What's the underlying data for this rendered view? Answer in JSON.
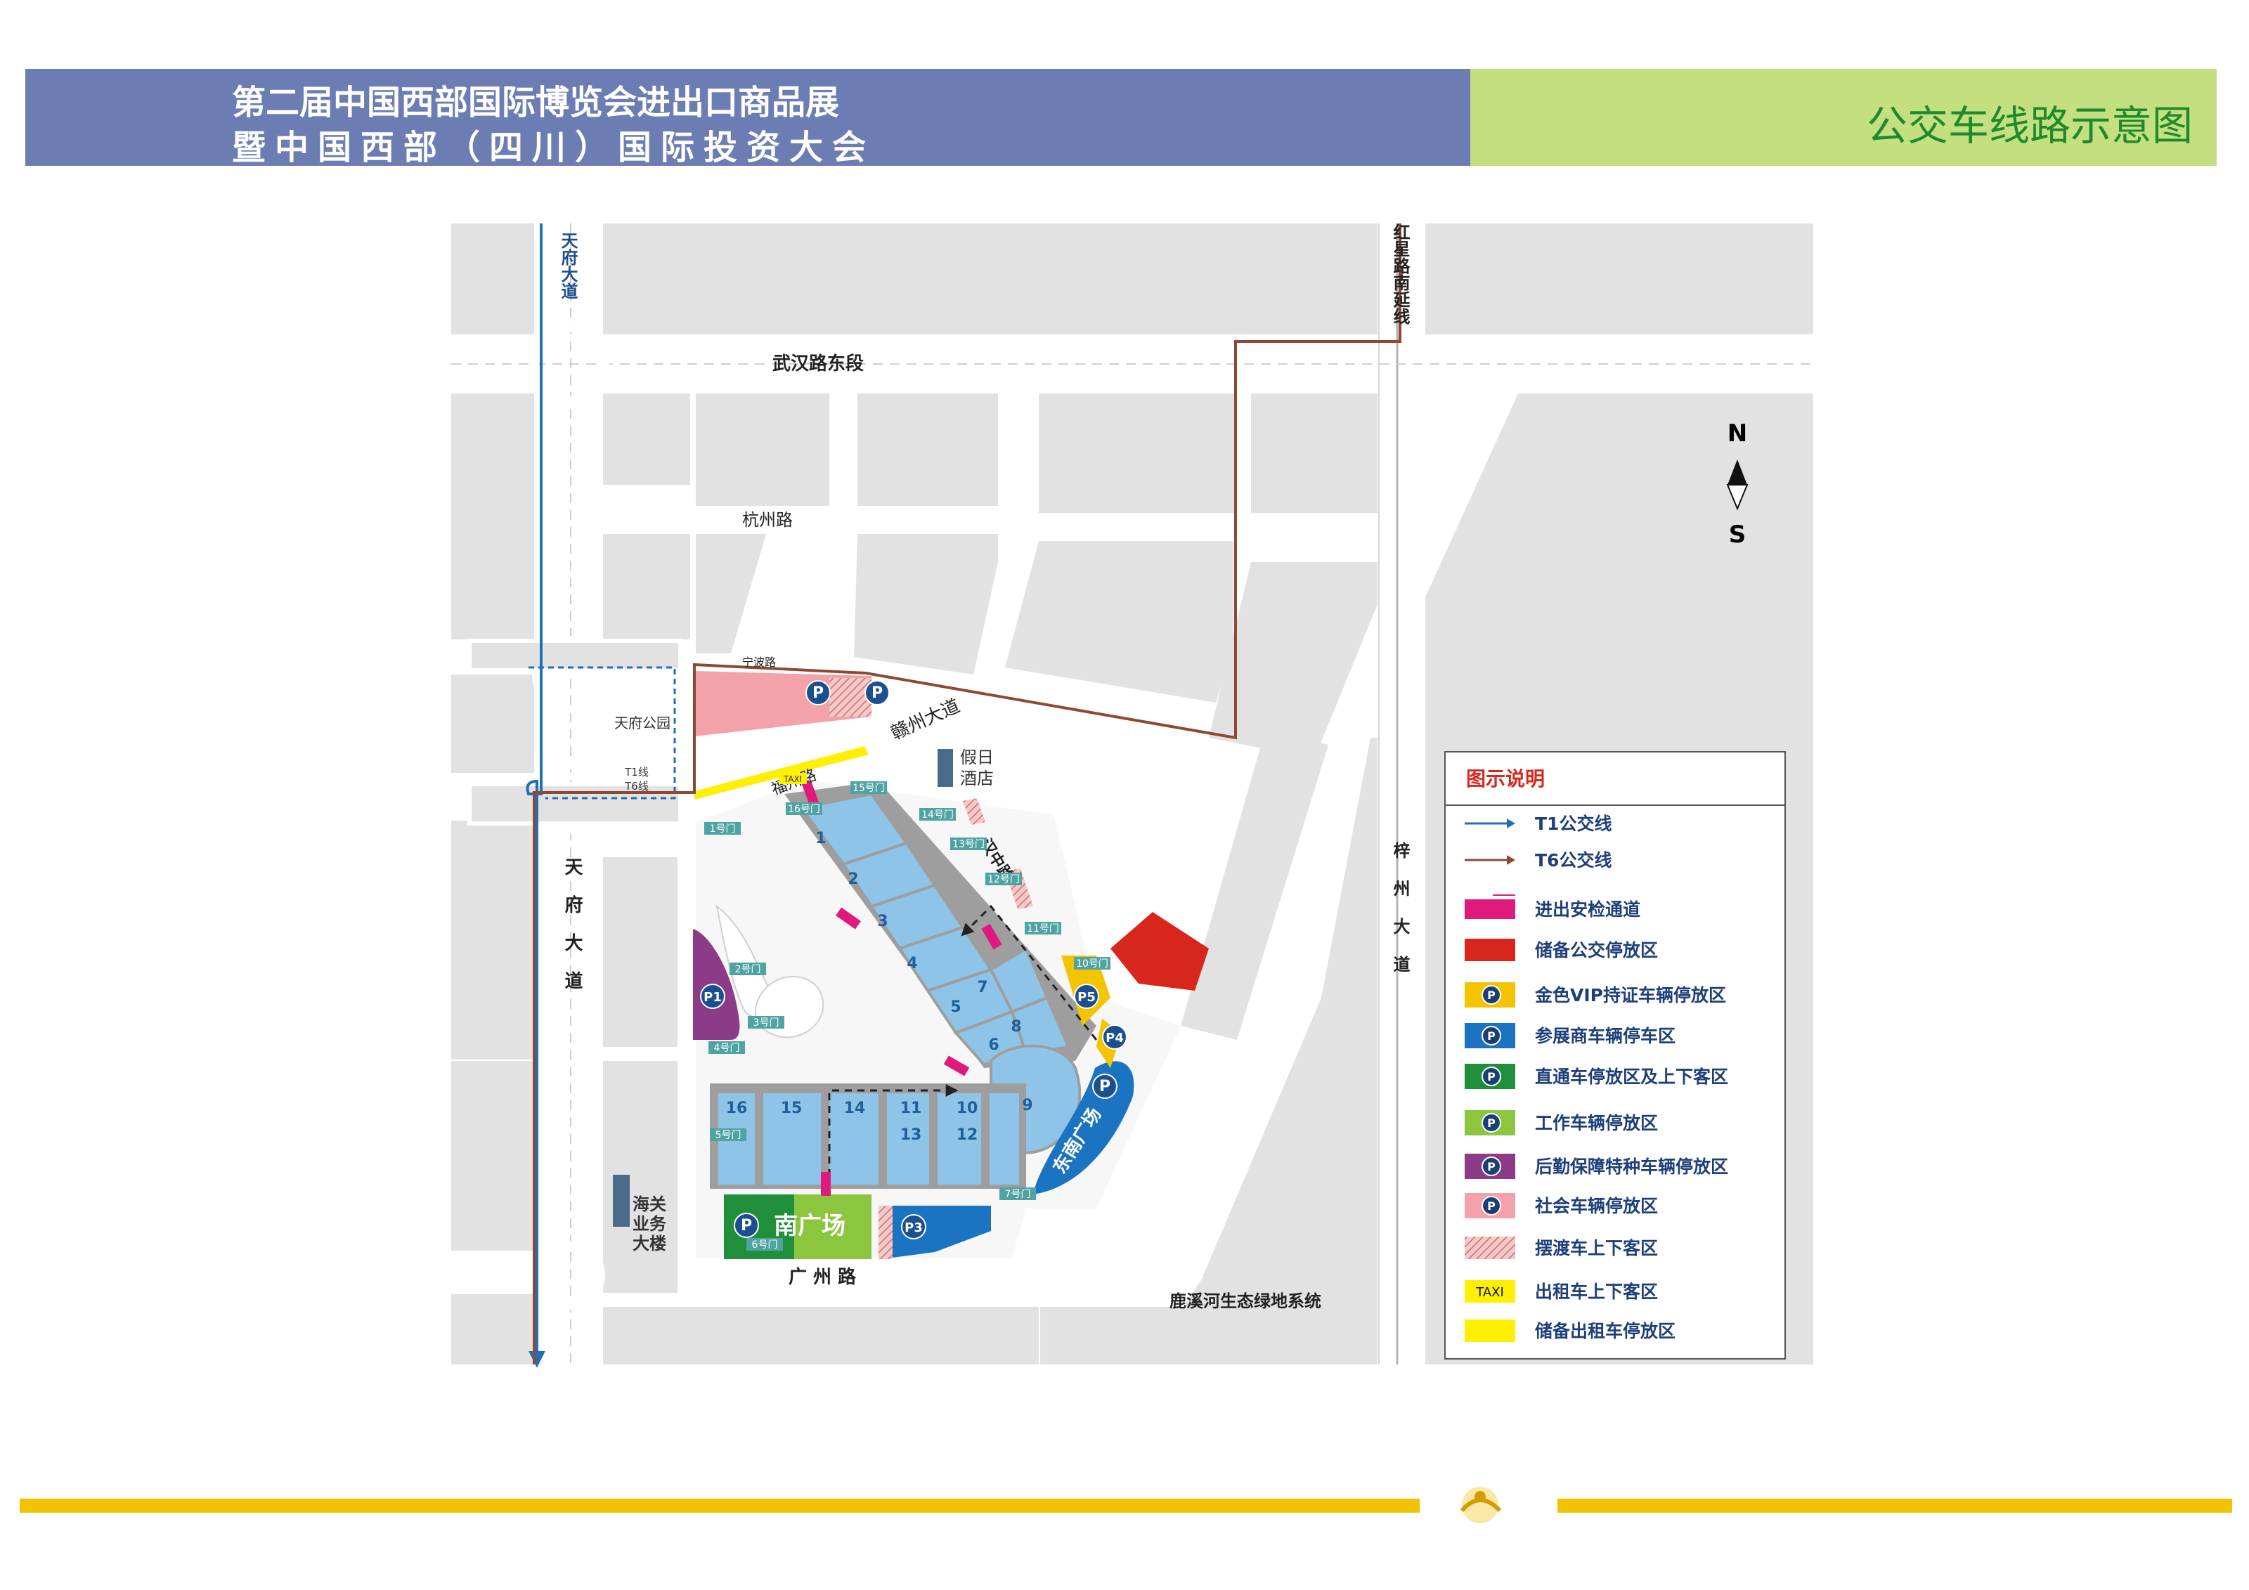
{
  "header": {
    "title_line1": "第二届中国西部国际博览会进出口商品展",
    "title_line2": "暨中国西部（四川）国际投资大会",
    "subtitle": "公交车线路示意图"
  },
  "colors": {
    "header_blue": "#6b7db3",
    "header_green": "#c4df7f",
    "road": "#ffffff",
    "block": "#e2e2e2",
    "t1_route": "#1f6fb7",
    "t6_route": "#8c4a35",
    "security": "#e0197c",
    "bus_reserve": "#d9261c",
    "vip_parking": "#f5c400",
    "exhibitor_parking": "#1b74c2",
    "direct_parking": "#1f8f3b",
    "staff_parking": "#8cc63f",
    "logistics_parking": "#8b3b87",
    "public_parking": "#f2a2a8",
    "taxi_reserve": "#ffef00",
    "hall": "#8ec4e8"
  },
  "roads": {
    "wuhan": "武汉路东段",
    "hangzhou": "杭州路",
    "ningbo": "宁波路",
    "fuzhou": "福州路",
    "ganzhou": "赣州大道",
    "hanzhong": "汉中路",
    "guangzhou": "广 州 路",
    "tianfu_top": "天府大道",
    "tianfu_side": "天府大道",
    "hongxing": "红星路南延线",
    "zizhou": "梓州大道"
  },
  "places": {
    "tianfu_park": "天府公园",
    "bus_stop_t1": "T1线",
    "bus_stop_t6": "T6线",
    "holiday_inn_1": "假日",
    "holiday_inn_2": "酒店",
    "customs_1": "海关",
    "customs_2": "业务",
    "customs_3": "大楼",
    "south_plaza": "南广场",
    "southeast_plaza": "东南广场",
    "green_area": "鹿溪河生态绿地系统",
    "taxi_small": "TAXI"
  },
  "compass": {
    "north": "N",
    "south": "S"
  },
  "halls": [
    "1",
    "2",
    "3",
    "4",
    "5",
    "6",
    "7",
    "8",
    "9",
    "10",
    "11",
    "12",
    "13",
    "14",
    "15",
    "16"
  ],
  "gates": [
    "1号门",
    "2号门",
    "3号门",
    "4号门",
    "5号门",
    "6号门",
    "7号门",
    "10号门",
    "11号门",
    "12号门",
    "13号门",
    "14号门",
    "15号门",
    "16号门"
  ],
  "parking_labels": [
    "P1",
    "P3",
    "P4",
    "P5",
    "P",
    "P",
    "P",
    "P"
  ],
  "legend": {
    "title": "图示说明",
    "items": [
      {
        "label": "T1公交线",
        "kind": "arrow",
        "color": "#1f6fb7"
      },
      {
        "label": "T6公交线",
        "kind": "arrow",
        "color": "#8c4a35"
      },
      {
        "label": "进出安检通道",
        "kind": "security",
        "color": "#e0197c"
      },
      {
        "label": "储备公交停放区",
        "kind": "box",
        "color": "#d9261c"
      },
      {
        "label": "金色VIP持证车辆停放区",
        "kind": "p",
        "color": "#f5c400"
      },
      {
        "label": "参展商车辆停车区",
        "kind": "p",
        "color": "#1b74c2"
      },
      {
        "label": "直通车停放区及上下客区",
        "kind": "p",
        "color": "#1f8f3b"
      },
      {
        "label": "工作车辆停放区",
        "kind": "p",
        "color": "#8cc63f"
      },
      {
        "label": "后勤保障特种车辆停放区",
        "kind": "p",
        "color": "#8b3b87"
      },
      {
        "label": "社会车辆停放区",
        "kind": "p",
        "color": "#f2a2a8"
      },
      {
        "label": "摆渡车上下客区",
        "kind": "hatch",
        "color": "#e0a4a4"
      },
      {
        "label": "出租车上下客区",
        "kind": "taxi",
        "color": "#ffef00"
      },
      {
        "label": "储备出租车停放区",
        "kind": "box",
        "color": "#ffef00"
      }
    ]
  }
}
